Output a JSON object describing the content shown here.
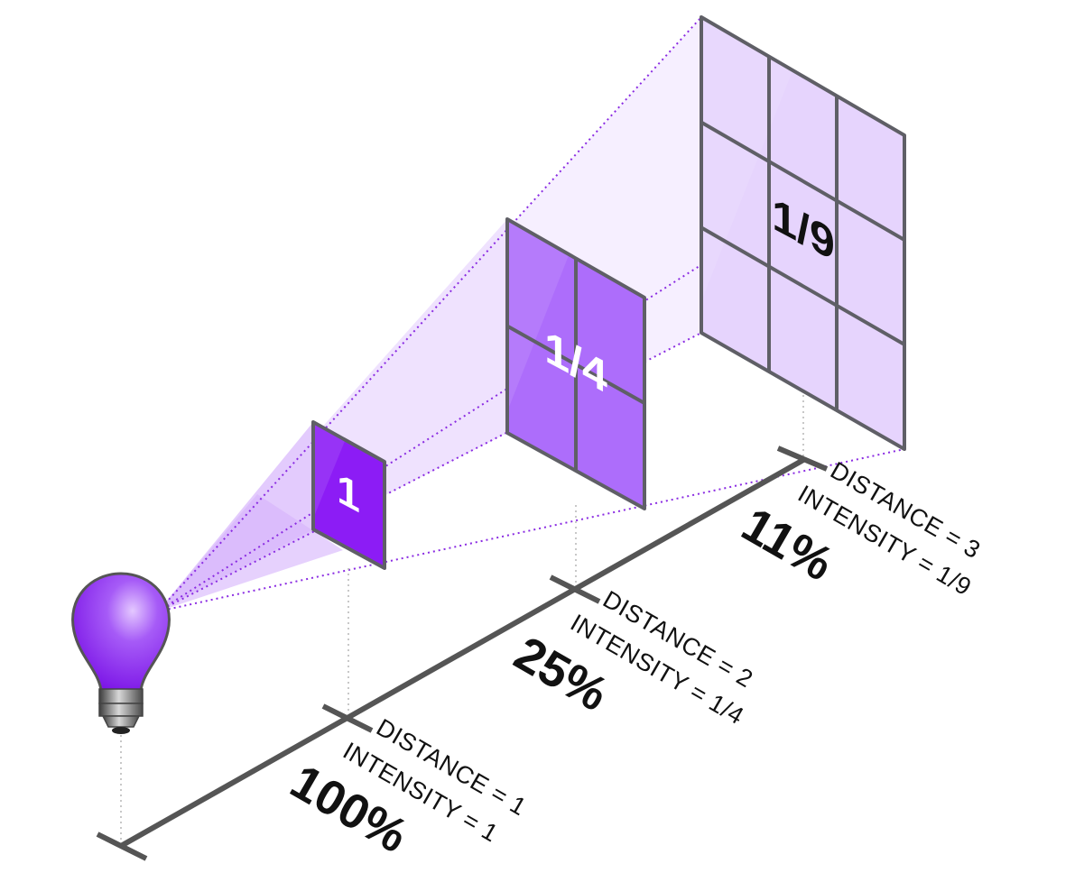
{
  "panels": [
    {
      "fraction": "1",
      "fraction_color": "#ffffff",
      "fill": "#8c1cf5",
      "grid": 1
    },
    {
      "fraction": "1/4",
      "fraction_color": "#ffffff",
      "fill": "#ad6dfb",
      "grid": 2
    },
    {
      "fraction": "1/9",
      "fraction_color": "#111111",
      "fill": "#e6d4fd",
      "grid": 3
    }
  ],
  "labels": [
    {
      "distance": "DISTANCE = 1",
      "intensity": "INTENSITY = 1",
      "percent": "100%"
    },
    {
      "distance": "DISTANCE = 2",
      "intensity": "INTENSITY = 1/4",
      "percent": "25%"
    },
    {
      "distance": "DISTANCE = 3",
      "intensity": "INTENSITY = 1/9",
      "percent": "11%"
    }
  ],
  "colors": {
    "accent": "#8a2be2",
    "frame": "#5f5f66",
    "axis": "#555555",
    "bulb": "#9a3cf4"
  },
  "icons": {
    "light_source": "light-bulb-icon"
  }
}
